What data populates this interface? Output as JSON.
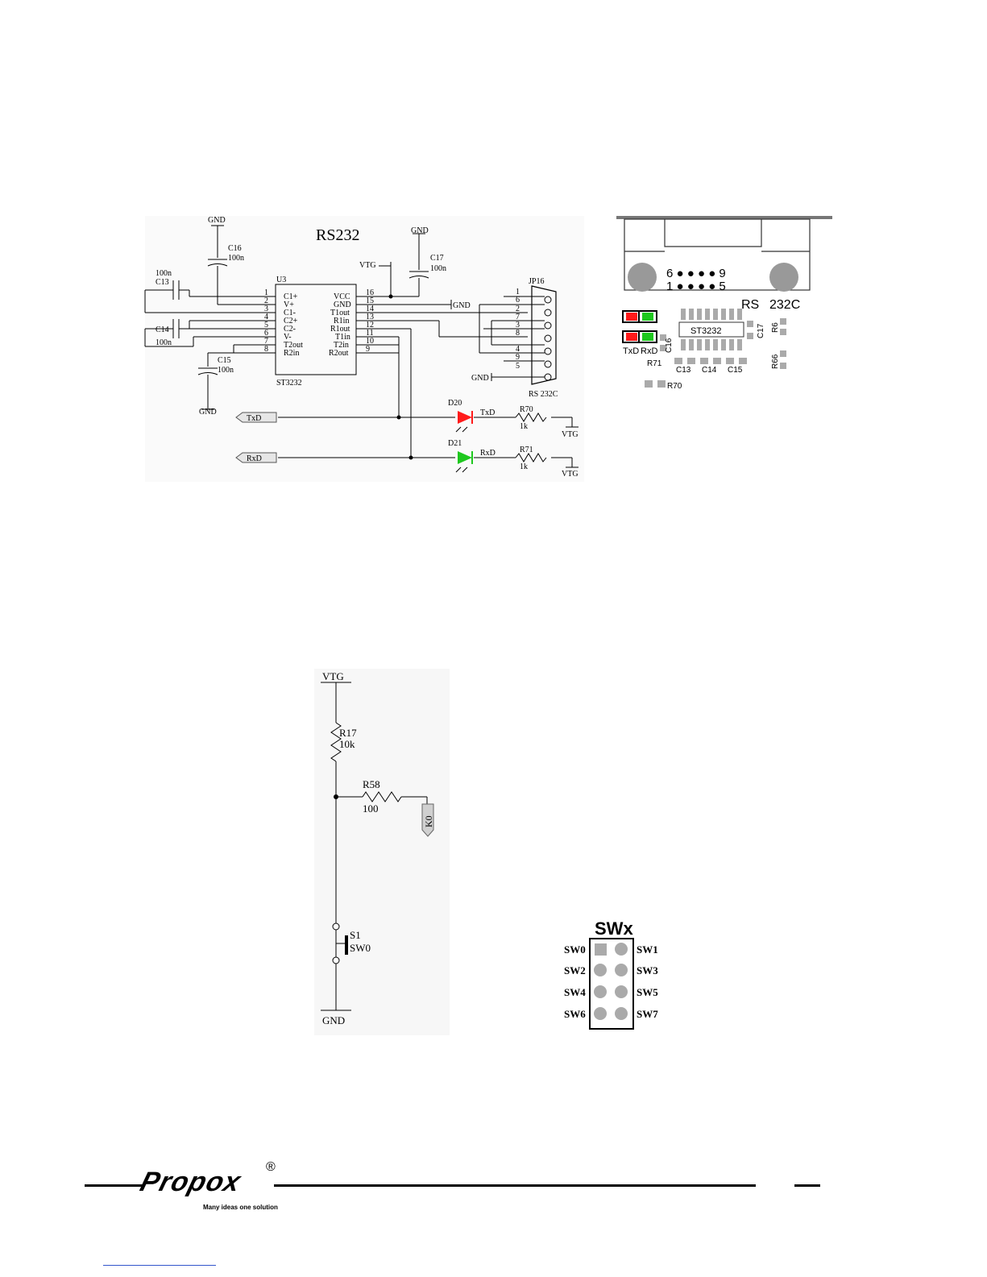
{
  "rs232": {
    "title": "RS232",
    "ic": {
      "ref": "U3",
      "part": "ST3232",
      "left_pins": [
        {
          "num": "1",
          "name": "C1+"
        },
        {
          "num": "2",
          "name": "V+"
        },
        {
          "num": "3",
          "name": "C1-"
        },
        {
          "num": "4",
          "name": "C2+"
        },
        {
          "num": "5",
          "name": "C2-"
        },
        {
          "num": "6",
          "name": "V-"
        },
        {
          "num": "7",
          "name": "T2out"
        },
        {
          "num": "8",
          "name": "R2in"
        }
      ],
      "right_pins": [
        {
          "num": "16",
          "name": "VCC"
        },
        {
          "num": "15",
          "name": "GND"
        },
        {
          "num": "14",
          "name": "T1out"
        },
        {
          "num": "13",
          "name": "R1in"
        },
        {
          "num": "12",
          "name": "R1out"
        },
        {
          "num": "11",
          "name": "T1in"
        },
        {
          "num": "10",
          "name": "T2in"
        },
        {
          "num": "9",
          "name": "R2out"
        }
      ]
    },
    "caps": {
      "c16": {
        "ref": "C16",
        "value": "100n"
      },
      "c17": {
        "ref": "C17",
        "value": "100n"
      },
      "c13": {
        "ref": "C13",
        "value": "100n"
      },
      "c14": {
        "ref": "C14",
        "value": "100n"
      },
      "c15": {
        "ref": "C15",
        "value": "100n"
      }
    },
    "nets": {
      "gnd": "GND",
      "vtg": "VTG",
      "txd": "TxD",
      "rxd": "RxD"
    },
    "connector": {
      "ref": "JP16",
      "name": "RS 232C",
      "pins": [
        "1",
        "6",
        "2",
        "7",
        "3",
        "8",
        "4",
        "9",
        "5"
      ]
    },
    "leds": {
      "d20": "D20",
      "d21": "D21",
      "d20_color": "#ff1a1a",
      "d21_color": "#1ec81e"
    },
    "resistors": {
      "r70": {
        "ref": "R70",
        "value": "1k"
      },
      "r71": {
        "ref": "R71",
        "value": "1k"
      }
    }
  },
  "pcb": {
    "top_nums": "6 ● ● ● ● 9",
    "bot_nums": "1 ● ● ● ● 5",
    "rs": "RS",
    "c232": "232C",
    "ic": "ST3232",
    "txd": "TxD",
    "rxd": "RxD",
    "c16": "C16",
    "c17": "C17",
    "r6": "R6",
    "r66": "R66",
    "r71": "R71",
    "r70": "R70",
    "c13": "C13",
    "c14": "C14",
    "c15": "C15",
    "led_red": "#ff1a1a",
    "led_green": "#1ec81e"
  },
  "switch_sch": {
    "vtg": "VTG",
    "r17_ref": "R17",
    "r17_val": "10k",
    "r58_ref": "R58",
    "r58_val": "100",
    "net": "K0",
    "s1_ref": "S1",
    "s1_name": "SW0",
    "gnd": "GND"
  },
  "swx": {
    "title": "SWx",
    "left": [
      "SW0",
      "SW2",
      "SW4",
      "SW6"
    ],
    "right": [
      "SW1",
      "SW3",
      "SW5",
      "SW7"
    ]
  },
  "footer": {
    "brand": "Propox",
    "reg": "®",
    "tagline": "Many ideas one solution"
  }
}
